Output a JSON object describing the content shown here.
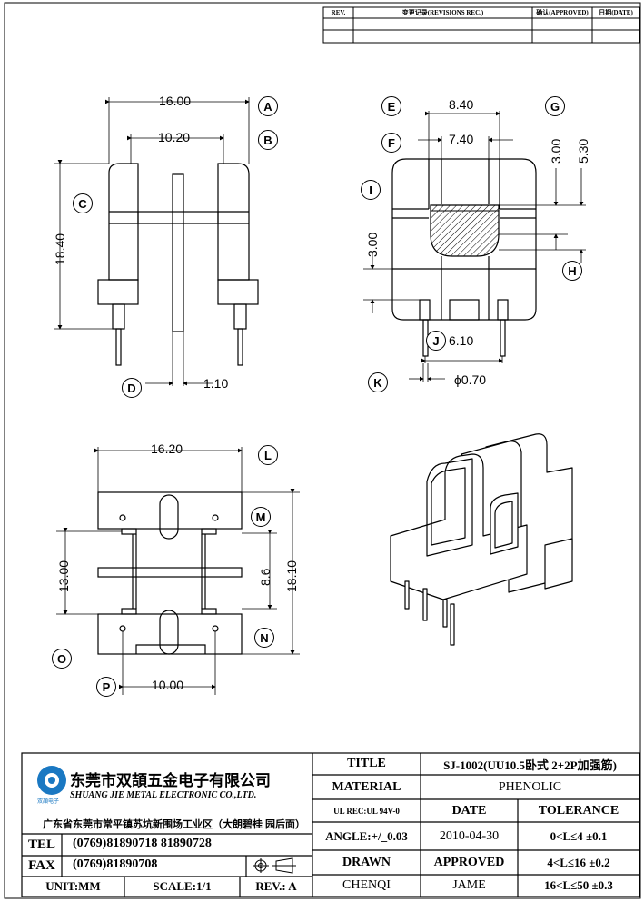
{
  "revision_table": {
    "headers": {
      "rev": "REV.",
      "changes": "变更记录(REVISIONS REC.)",
      "approved": "确认(APPROVED)",
      "date": "日期(DATE)"
    }
  },
  "drawing": {
    "front_view": {
      "width_outer": "16.00",
      "width_inner": "10.20",
      "height": "18.40",
      "pin_dim": "1.10"
    },
    "side_view": {
      "d1": "8.40",
      "d2": "7.40",
      "d3": "3.00",
      "d4": "5.30",
      "d5": "3.00",
      "d6": "6.10",
      "d7": "ϕ0.70"
    },
    "bottom_view": {
      "width": "16.20",
      "h1": "13.00",
      "h2": "8.6",
      "h3": "18.10",
      "pitch": "10.00"
    },
    "balloons": [
      "A",
      "B",
      "C",
      "D",
      "E",
      "F",
      "G",
      "H",
      "I",
      "J",
      "K",
      "L",
      "M",
      "N",
      "O",
      "P"
    ]
  },
  "title_block": {
    "company_cn": "东莞市双頡五金电子有限公司",
    "company_en": "SHUANG JIE METAL ELECTRONIC CO.,LTD.",
    "logo_text": "双頡电子",
    "address": "广东省东莞市常平镇苏坑新围场工业区（大朗碧桂 园后面）",
    "tel_label": "TEL",
    "tel_value": "(0769)81890718  81890728",
    "fax_label": "FAX",
    "fax_value": "(0769)81890708",
    "unit": "UNIT:MM",
    "scale": "SCALE:1/1",
    "rev": "REV.: A",
    "title_label": "TITLE",
    "title_value": "SJ-1002(UU10.5卧式 2+2P加强筋)",
    "material_label": "MATERIAL",
    "material_value": "PHENOLIC",
    "ul_rec": "UL REC:UL 94V-0",
    "date_label": "DATE",
    "tolerance_label": "TOLERANCE",
    "angle": "ANGLE:+/_0.03",
    "date_value": "2010-04-30",
    "tol1": "0<L≤4   ±0.1",
    "drawn_label": "DRAWN",
    "approved_label": "APPROVED",
    "tol2": "4<L≤16  ±0.2",
    "drawn_value": "CHENQI",
    "approved_value": "JAME",
    "tol3": "16<L≤50  ±0.3"
  }
}
